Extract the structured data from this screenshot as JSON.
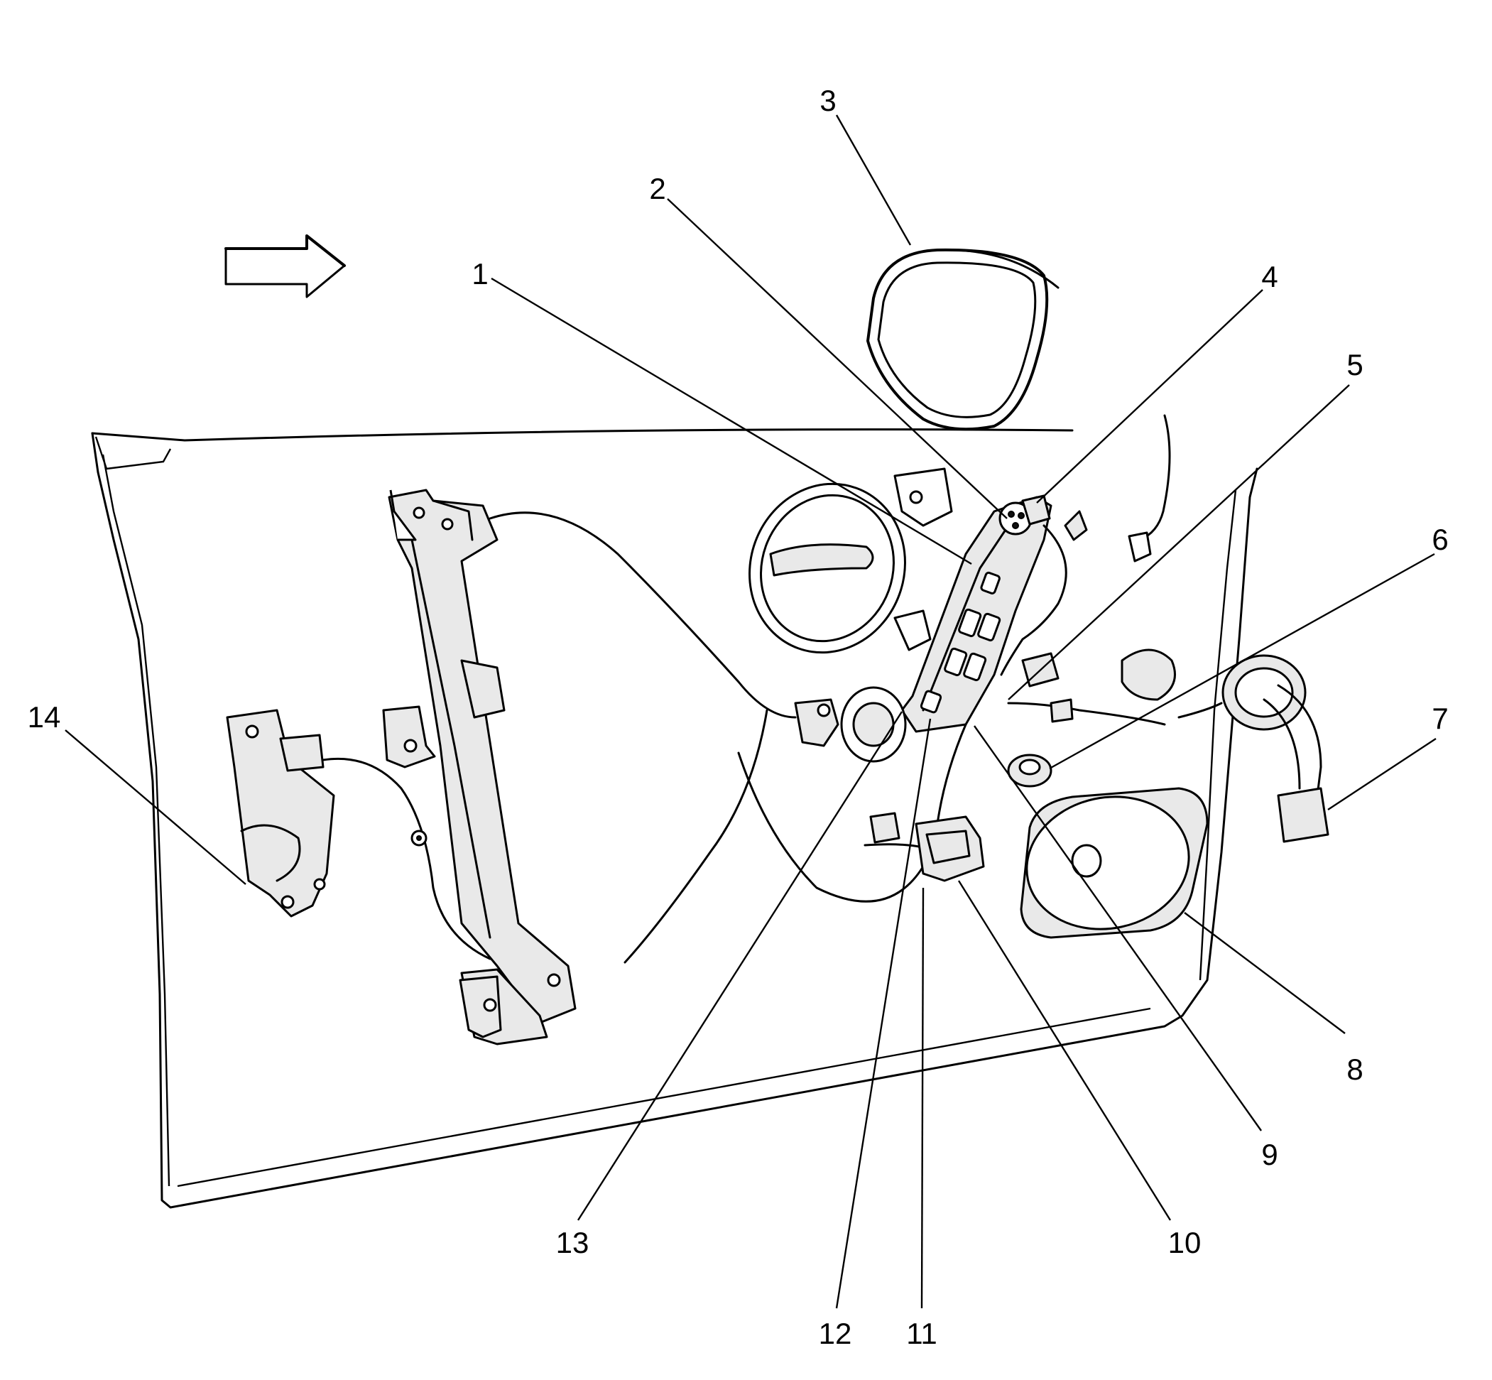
{
  "diagram": {
    "callouts": [
      {
        "id": "1",
        "text": "1"
      },
      {
        "id": "2",
        "text": "2"
      },
      {
        "id": "3",
        "text": "3"
      },
      {
        "id": "4",
        "text": "4"
      },
      {
        "id": "5",
        "text": "5"
      },
      {
        "id": "6",
        "text": "6"
      },
      {
        "id": "7",
        "text": "7"
      },
      {
        "id": "8",
        "text": "8"
      },
      {
        "id": "9",
        "text": "9"
      },
      {
        "id": "10",
        "text": "10"
      },
      {
        "id": "11",
        "text": "11"
      },
      {
        "id": "12",
        "text": "12"
      },
      {
        "id": "13",
        "text": "13"
      },
      {
        "id": "14",
        "text": "14"
      }
    ],
    "direction_arrow": "arrow-right-icon"
  }
}
